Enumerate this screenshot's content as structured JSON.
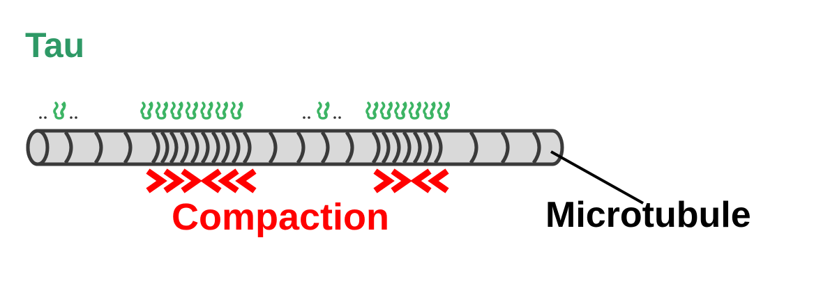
{
  "labels": {
    "tau": "Tau",
    "compaction": "Compaction",
    "microtubule": "Microtubule"
  },
  "colors": {
    "tau": "#2e9966",
    "tau_protein": "#3cb464",
    "compaction": "#ff0000",
    "microtubule_fill": "#d9d9d9",
    "microtubule_stroke": "#3a3a3a"
  },
  "diagram": {
    "tau_groups": [
      {
        "count": 1,
        "sparse": true
      },
      {
        "count": 7,
        "sparse": false
      },
      {
        "count": 1,
        "sparse": true
      },
      {
        "count": 6,
        "sparse": false
      }
    ],
    "compaction_zones": [
      {
        "converging_arrows_each_side": 3
      },
      {
        "converging_arrows_each_side": 2
      }
    ]
  }
}
